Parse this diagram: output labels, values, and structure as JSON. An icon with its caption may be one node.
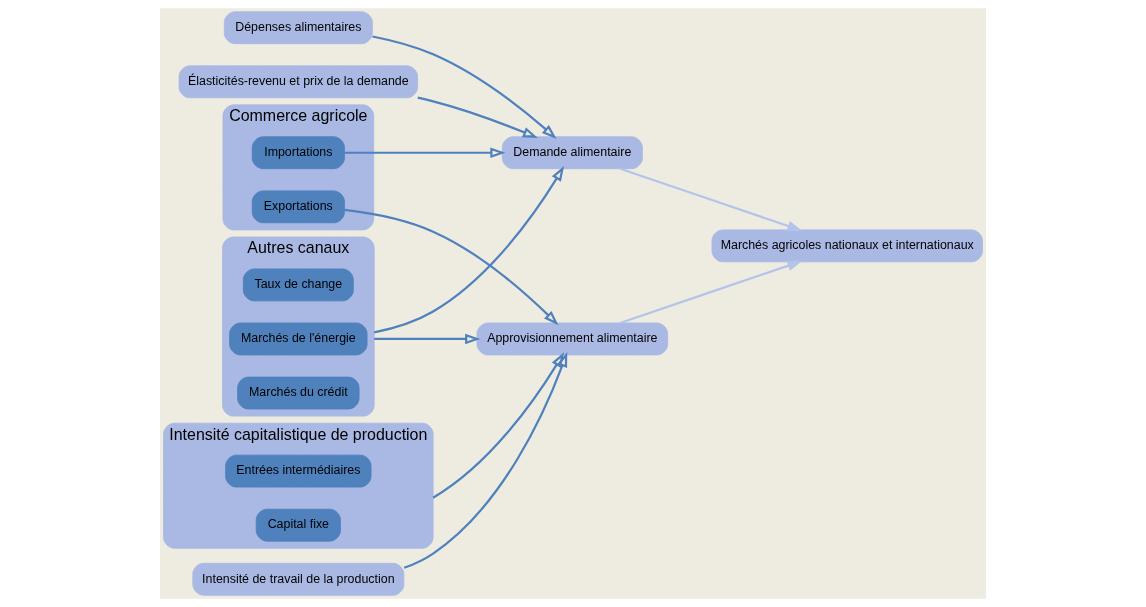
{
  "diagram": {
    "nodes": [
      {
        "text": [
          "Commerce agricole"
        ]
      },
      {
        "text": [
          "Importations"
        ],
        "in": 0
      },
      {
        "text": [
          "Exportations"
        ],
        "in": 0
      },
      {
        "text": [
          "Dépenses alimentaires"
        ]
      },
      {
        "text": [
          "Élasticités-revenu et prix de la demande"
        ]
      },
      {
        "text": [
          "Demande alimentaire"
        ]
      },
      {
        "text": [
          "Marchés agricoles nationaux et internationaux"
        ]
      },
      {
        "text": [
          "Approvisionnement alimentaire"
        ]
      },
      {
        "text": [
          "Intensité capitalistique de production"
        ]
      },
      {
        "text": [
          "Entrées intermédiaires"
        ],
        "in": 8
      },
      {
        "text": [
          "Capital fixe"
        ],
        "in": 8
      },
      {
        "text": [
          "Intensité de travail de la production"
        ]
      },
      {
        "text": [
          "Autres canaux"
        ]
      },
      {
        "text": [
          "Taux de change"
        ],
        "in": 12
      },
      {
        "text": [
          "Marchés de l'énergie"
        ],
        "in": 12
      },
      {
        "text": [
          "Marchés du crédit"
        ],
        "in": 12
      }
    ],
    "edges": [
      {
        "from": 1,
        "to": 5,
        "arrow": "to"
      },
      {
        "from": 2,
        "to": 7,
        "arrow": "to"
      },
      {
        "from": 3,
        "to": 5,
        "arrow": "to"
      },
      {
        "from": 4,
        "to": 5,
        "arrow": "to"
      },
      {
        "from": 5,
        "to": 6,
        "arrow": "to",
        "color": "#b4c4e8"
      },
      {
        "from": 7,
        "to": 6,
        "arrow": "to",
        "color": "#b4c4e8"
      },
      {
        "from": 8,
        "to": 7,
        "arrow": "to"
      },
      {
        "from": 11,
        "to": 7,
        "arrow": "to"
      },
      {
        "from": 12,
        "to": 5,
        "arrow": "to"
      },
      {
        "from": 12,
        "to": 7,
        "arrow": "to"
      }
    ]
  }
}
